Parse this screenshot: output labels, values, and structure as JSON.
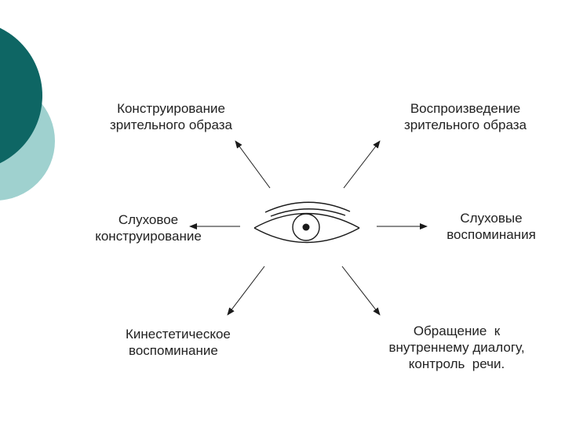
{
  "colors": {
    "primary_circle": "#0e6664",
    "secondary_circle": "#9fd1cf",
    "line": "#1a1a1a",
    "text": "#222222"
  },
  "center": {
    "icon": "eye-icon"
  },
  "directions": {
    "top_left": {
      "lines": [
        "Конструирование",
        "зрительного образа"
      ]
    },
    "top_right": {
      "lines": [
        "Воспроизведение",
        "зрительного образа"
      ]
    },
    "left": {
      "lines": [
        "Слуховое",
        "конструирование"
      ]
    },
    "right": {
      "lines": [
        "Слуховые",
        "воспоминания"
      ]
    },
    "bottom_left": {
      "lines": [
        "Кинестетическое",
        "воспоминание"
      ]
    },
    "bottom_right": {
      "lines": [
        "Обращение  к",
        "внутреннему диалогу,",
        "контроль  речи."
      ]
    }
  }
}
